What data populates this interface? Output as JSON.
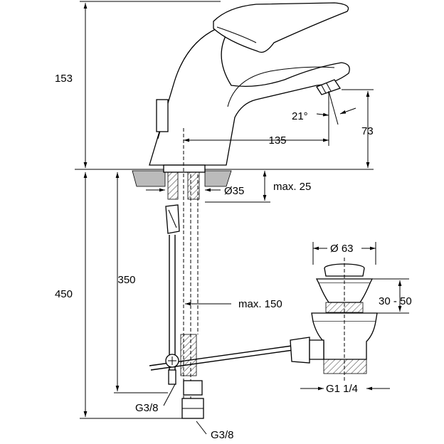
{
  "dimensions": {
    "faucet_height": "153",
    "below_counter": "450",
    "hose_length": "350",
    "spout_reach": "135",
    "spout_height": "73",
    "spout_angle": "21°",
    "hole_diameter": "Ø35",
    "counter_thickness": "max. 25",
    "rod_length": "max. 150",
    "drain_diameter": "Ø 63",
    "drain_height": "30 - 50",
    "drain_thread": "G1 1/4",
    "inlet_thread_left": "G3/8",
    "inlet_thread_bottom": "G3/8"
  }
}
